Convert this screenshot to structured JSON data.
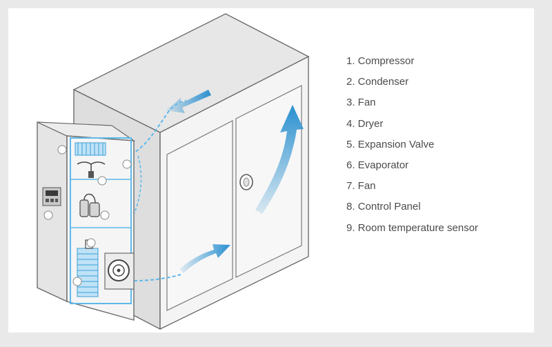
{
  "legend": {
    "items": [
      "1. Compressor",
      "2. Condenser",
      "3. Fan",
      "4. Dryer",
      "5. Expansion Valve",
      "6. Evaporator",
      "7. Fan",
      "8. Control Panel",
      "9. Room temperature sensor"
    ]
  },
  "colors": {
    "cabinet_front": "#f3f3f3",
    "cabinet_top": "#e7e7e7",
    "cabinet_side": "#dcdcdc",
    "outline": "#6b6b6b",
    "airflow": "#3a9fd8",
    "circuit": "#5db8ea",
    "legend_text": "#4b4b4b",
    "background": "#e9e9ea"
  }
}
